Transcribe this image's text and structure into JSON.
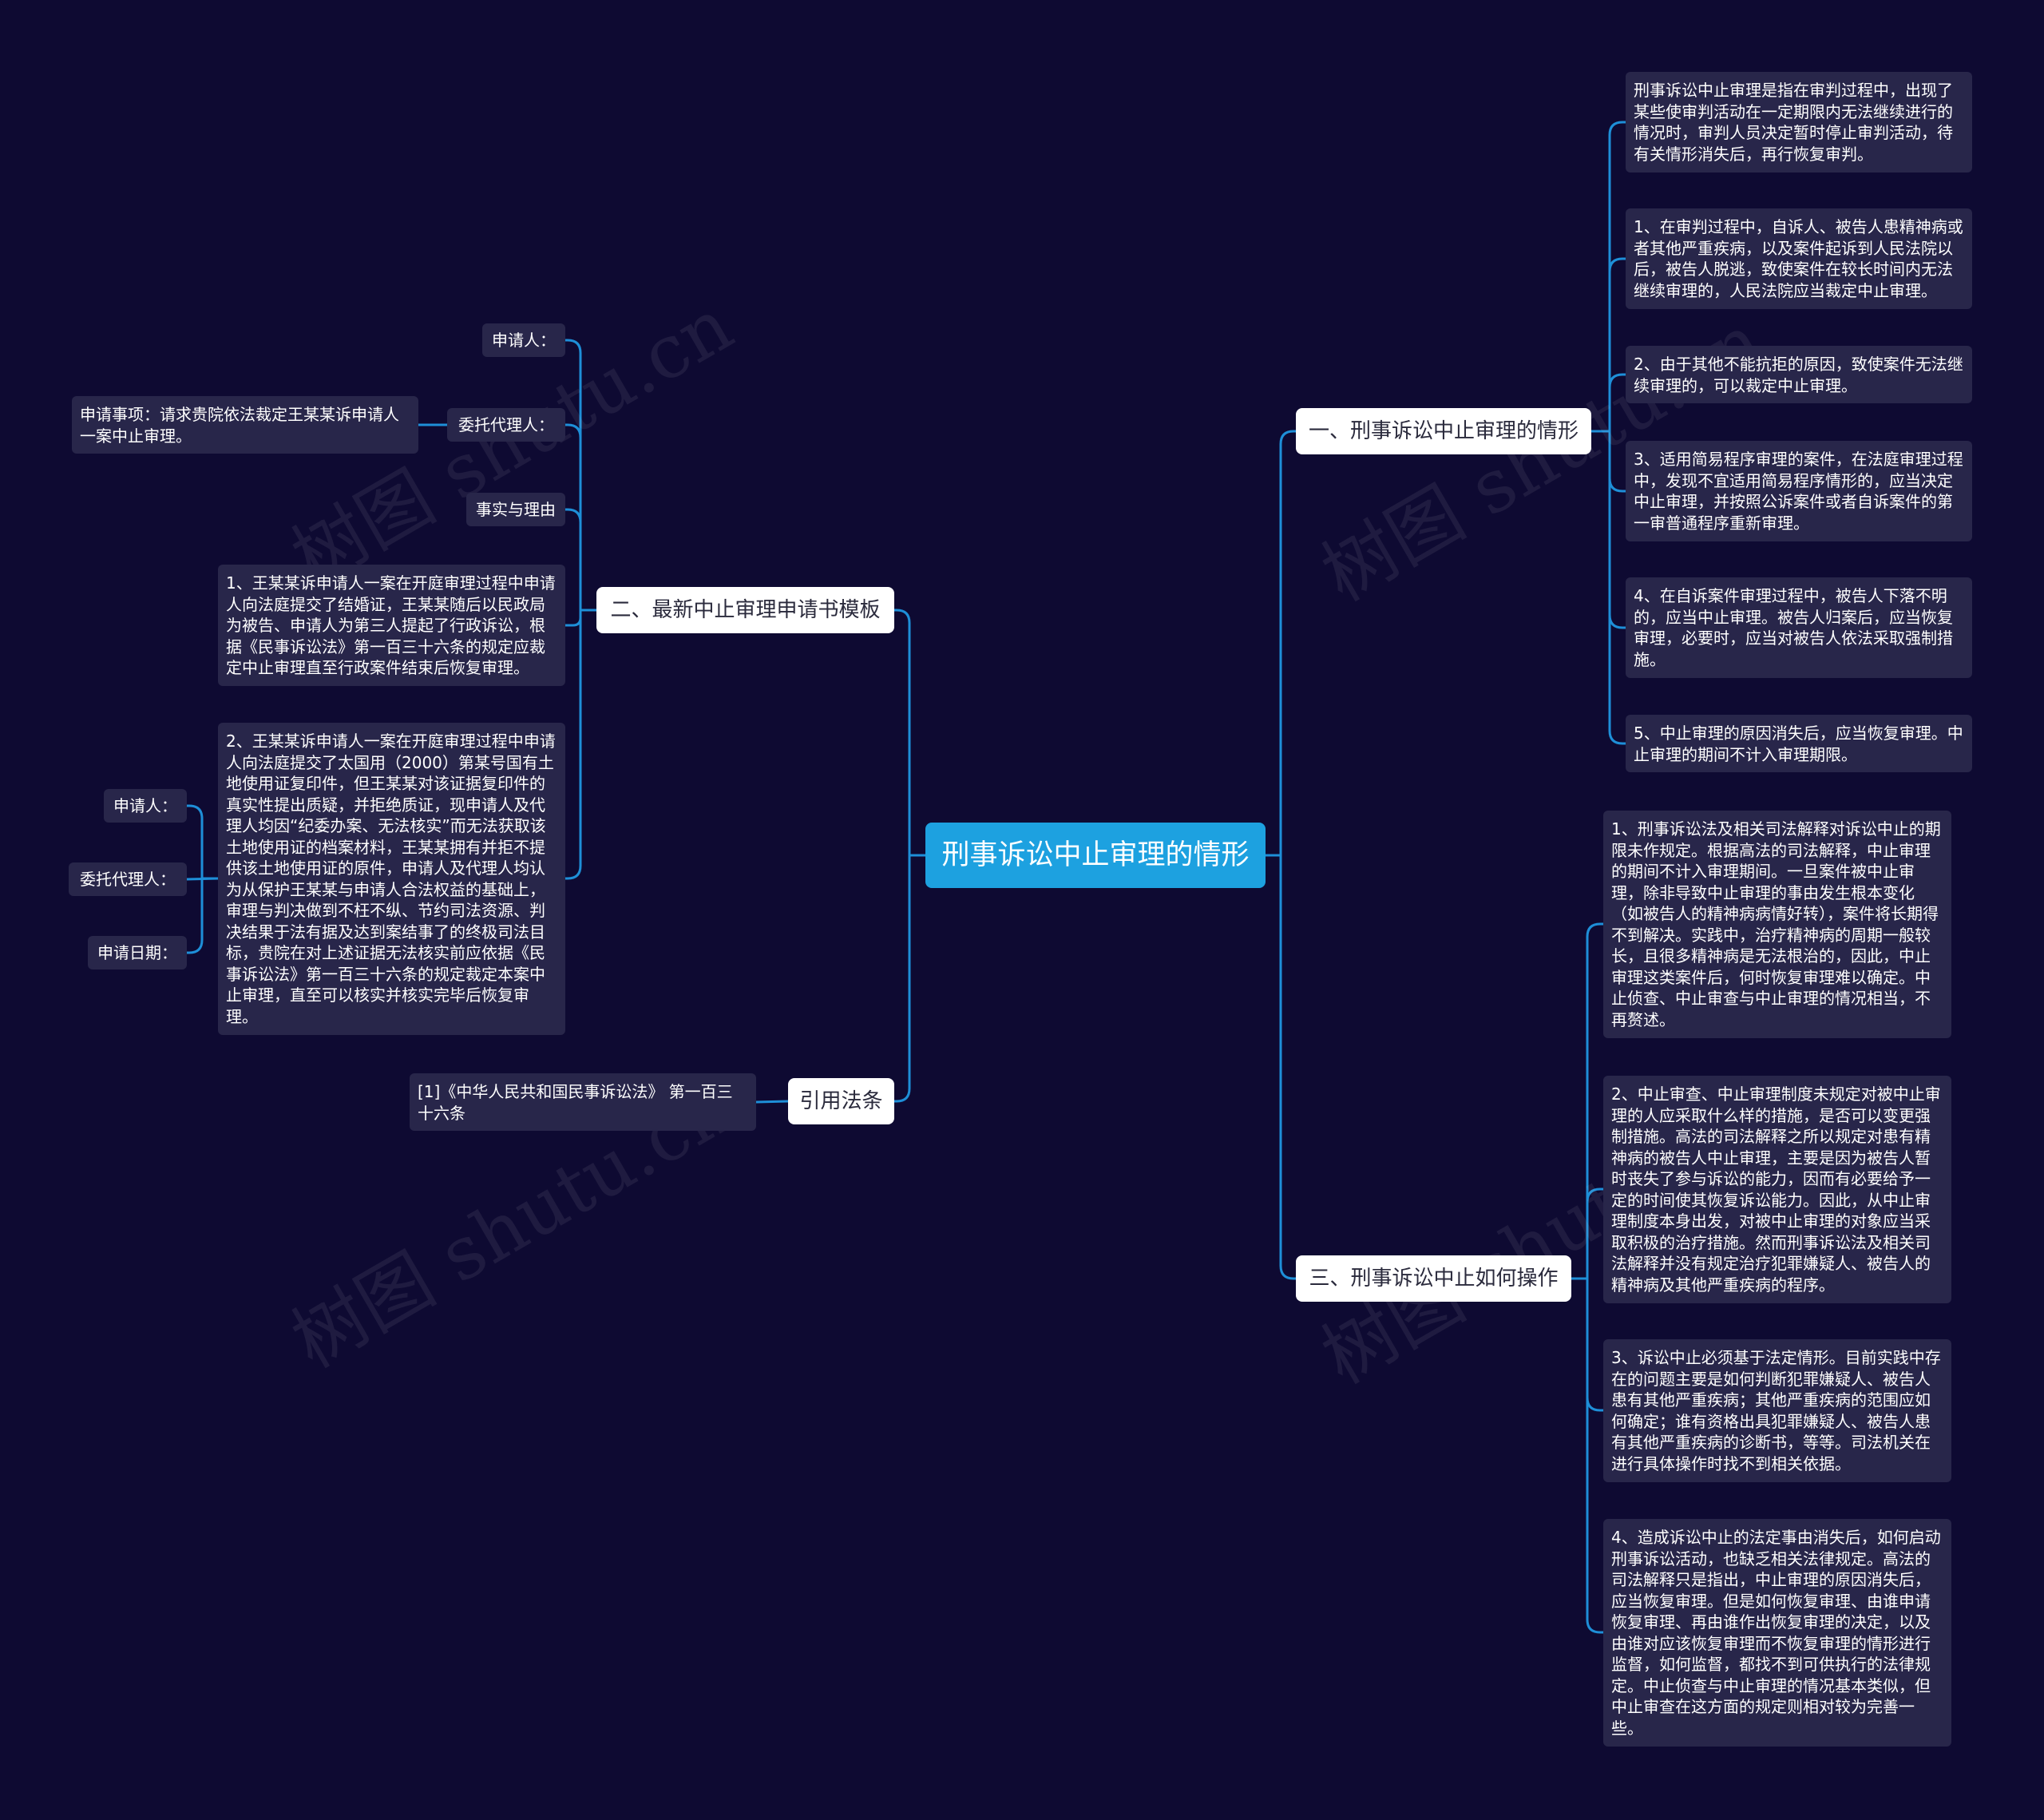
{
  "root": "刑事诉讼中止审理的情形",
  "watermark": "树图 shutu.cn",
  "branch1": {
    "title": "一、刑事诉讼中止审理的情形",
    "items": [
      "刑事诉讼中止审理是指在审判过程中，出现了某些使审判活动在一定期限内无法继续进行的情况时，审判人员决定暂时停止审判活动，待有关情形消失后，再行恢复审判。",
      "1、在审判过程中，自诉人、被告人患精神病或者其他严重疾病，以及案件起诉到人民法院以后，被告人脱逃，致使案件在较长时间内无法继续审理的，人民法院应当裁定中止审理。",
      "2、由于其他不能抗拒的原因，致使案件无法继续审理的，可以裁定中止审理。",
      "3、适用简易程序审理的案件，在法庭审理过程中，发现不宜适用简易程序情形的，应当决定中止审理，并按照公诉案件或者自诉案件的第一审普通程序重新审理。",
      "4、在自诉案件审理过程中，被告人下落不明的，应当中止审理。被告人归案后，应当恢复审理，必要时，应当对被告人依法采取强制措施。",
      "5、中止审理的原因消失后，应当恢复审理。中止审理的期间不计入审理期限。"
    ]
  },
  "branch2": {
    "title": "二、最新中止审理申请书模板",
    "applicant": "申请人：",
    "agent": "委托代理人：",
    "agent_note": "申请事项：请求贵院依法裁定王某某诉申请人一案中止审理。",
    "facts": "事实与理由",
    "item1": "1、王某某诉申请人一案在开庭审理过程中申请人向法庭提交了结婚证，王某某随后以民政局为被告、申请人为第三人提起了行政诉讼，根据《民事诉讼法》第一百三十六条的规定应裁定中止审理直至行政案件结束后恢复审理。",
    "item2": "2、王某某诉申请人一案在开庭审理过程中申请人向法庭提交了太国用（2000）第某号国有土地使用证复印件，但王某某对该证据复印件的真实性提出质疑，并拒绝质证，现申请人及代理人均因“纪委办案、无法核实”而无法获取该土地使用证的档案材料，王某某拥有并拒不提供该土地使用证的原件，申请人及代理人均认为从保护王某某与申请人合法权益的基础上，审理与判决做到不枉不纵、节约司法资源、判决结果于法有据及达到案结事了的终极司法目标，贵院在对上述证据无法核实前应依据《民事诉讼法》第一百三十六条的规定裁定本案中止审理，直至可以核实并核实完毕后恢复审理。",
    "sub_applicant": "申请人：",
    "sub_agent": "委托代理人：",
    "sub_date": "申请日期："
  },
  "branch3": {
    "title": "三、刑事诉讼中止如何操作",
    "items": [
      "1、刑事诉讼法及相关司法解释对诉讼中止的期限未作规定。根据高法的司法解释，中止审理的期间不计入审理期间。一旦案件被中止审理，除非导致中止审理的事由发生根本变化（如被告人的精神病病情好转），案件将长期得不到解决。实践中，治疗精神病的周期一般较长，且很多精神病是无法根治的，因此，中止审理这类案件后，何时恢复审理难以确定。中止侦查、中止审查与中止审理的情况相当，不再赘述。",
      "2、中止审查、中止审理制度未规定对被中止审理的人应采取什么样的措施，是否可以变更强制措施。高法的司法解释之所以规定对患有精神病的被告人中止审理，主要是因为被告人暂时丧失了参与诉讼的能力，因而有必要给予一定的时间使其恢复诉讼能力。因此，从中止审理制度本身出发，对被中止审理的对象应当采取积极的治疗措施。然而刑事诉讼法及相关司法解释并没有规定治疗犯罪嫌疑人、被告人的精神病及其他严重疾病的程序。",
      "3、诉讼中止必须基于法定情形。目前实践中存在的问题主要是如何判断犯罪嫌疑人、被告人患有其他严重疾病；其他严重疾病的范围应如何确定；谁有资格出具犯罪嫌疑人、被告人患有其他严重疾病的诊断书，等等。司法机关在进行具体操作时找不到相关依据。",
      "4、造成诉讼中止的法定事由消失后，如何启动刑事诉讼活动，也缺乏相关法律规定。高法的司法解释只是指出，中止审理的原因消失后，应当恢复审理。但是如何恢复审理、由谁申请恢复审理、再由谁作出恢复审理的决定，以及由谁对应该恢复审理而不恢复审理的情形进行监督，如何监督，都找不到可供执行的法律规定。中止侦查与中止审理的情况基本类似，但中止审查在这方面的规定则相对较为完善一些。"
    ]
  },
  "branch4": {
    "title": "引用法条",
    "item": "[1]《中华人民共和国民事诉讼法》 第一百三十六条"
  }
}
